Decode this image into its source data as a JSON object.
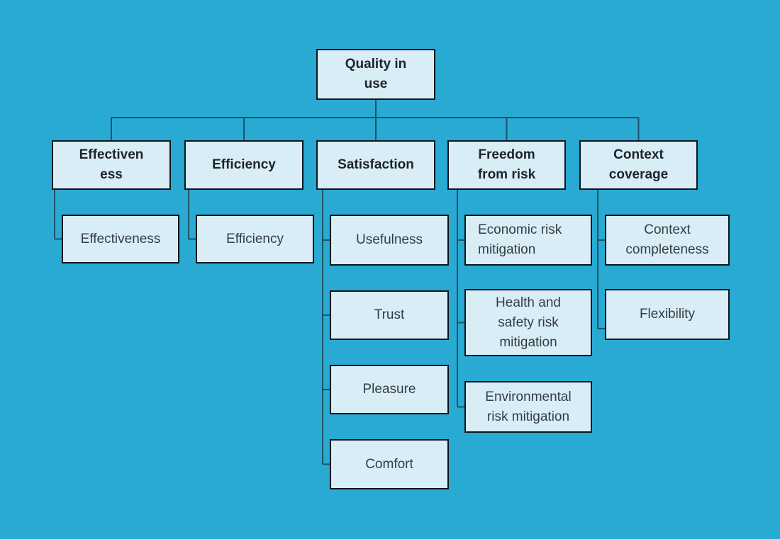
{
  "colors": {
    "background": "#29aad3",
    "node_fill": "#d8edf6",
    "node_border": "#0f151c",
    "connector": "#1c5366",
    "heading_text": "#1e232a",
    "leaf_text": "#363c44"
  },
  "diagram": {
    "tree": {
      "id": "quality-in-use",
      "label": "Quality in use",
      "lines": [
        "Quality in",
        "use"
      ],
      "children": [
        {
          "id": "effectiveness",
          "label": "Effectiveness",
          "lines": [
            "Effectiven",
            "ess"
          ],
          "children": [
            {
              "id": "effectiveness-sub",
              "label": "Effectiveness",
              "lines": [
                "Effectiveness"
              ],
              "children": []
            }
          ]
        },
        {
          "id": "efficiency",
          "label": "Efficiency",
          "lines": [
            "Efficiency"
          ],
          "children": [
            {
              "id": "efficiency-sub",
              "label": "Efficiency",
              "lines": [
                "Efficiency"
              ],
              "children": []
            }
          ]
        },
        {
          "id": "satisfaction",
          "label": "Satisfaction",
          "lines": [
            "Satisfaction"
          ],
          "children": [
            {
              "id": "usefulness",
              "label": "Usefulness",
              "lines": [
                "Usefulness"
              ],
              "children": []
            },
            {
              "id": "trust",
              "label": "Trust",
              "lines": [
                "Trust"
              ],
              "children": []
            },
            {
              "id": "pleasure",
              "label": "Pleasure",
              "lines": [
                "Pleasure"
              ],
              "children": []
            },
            {
              "id": "comfort",
              "label": "Comfort",
              "lines": [
                "Comfort"
              ],
              "children": []
            }
          ]
        },
        {
          "id": "freedom-from-risk",
          "label": "Freedom from risk",
          "lines": [
            "Freedom",
            "from risk"
          ],
          "children": [
            {
              "id": "economic-risk-mitigation",
              "label": "Economic risk mitigation",
              "lines": [
                "Economic risk",
                "mitigation"
              ],
              "text_align": "left",
              "children": []
            },
            {
              "id": "health-and-safety-risk-mitigation",
              "label": "Health and safety risk mitigation",
              "lines": [
                "Health and",
                "safety risk",
                "mitigation"
              ],
              "children": []
            },
            {
              "id": "environmental-risk-mitigation",
              "label": "Environmental risk mitigation",
              "lines": [
                "Environmental",
                "risk mitigation"
              ],
              "children": []
            }
          ]
        },
        {
          "id": "context-coverage",
          "label": "Context coverage",
          "lines": [
            "Context",
            "coverage"
          ],
          "children": [
            {
              "id": "context-completeness",
              "label": "Context completeness",
              "lines": [
                "Context",
                "completeness"
              ],
              "children": []
            },
            {
              "id": "flexibility",
              "label": "Flexibility",
              "lines": [
                "Flexibility"
              ],
              "children": []
            }
          ]
        }
      ]
    }
  }
}
